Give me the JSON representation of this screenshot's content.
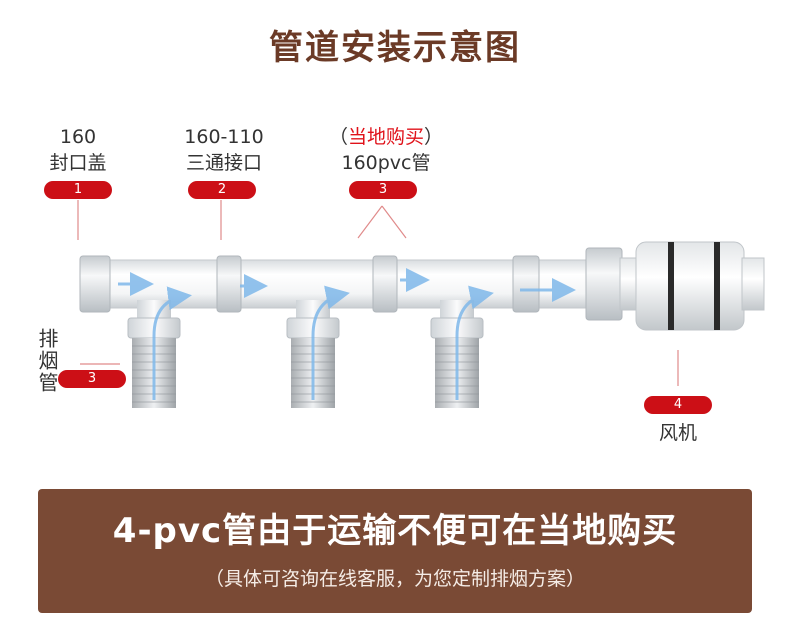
{
  "title": "管道安装示意图",
  "labels": {
    "cap": {
      "line1": "160",
      "line2": "封口盖",
      "badge": "1"
    },
    "tee": {
      "line1": "160-110",
      "line2": "三通接口",
      "badge": "2"
    },
    "pipe": {
      "paren_open": "（",
      "note": "当地购买",
      "paren_close": "）",
      "line2": "160pvc管",
      "badge": "3"
    },
    "exhaust": {
      "text": "排烟管",
      "badge": "3"
    },
    "fan": {
      "badge": "4",
      "text": "风机"
    }
  },
  "banner": {
    "main": "4-pvc管由于运输不便可在当地购买",
    "sub": "（具体可咨询在线客服，为您定制排烟方案）"
  },
  "colors": {
    "title": "#6b3a26",
    "badge": "#cc0f16",
    "highlight": "#e0121a",
    "banner_bg": "#7a4a35",
    "flow_arrow": "#7fb8ea"
  }
}
